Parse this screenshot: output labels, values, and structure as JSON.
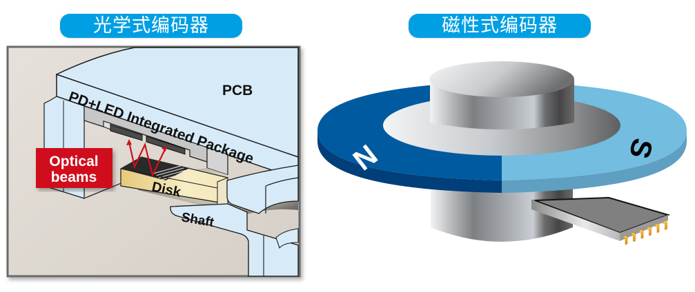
{
  "titles": {
    "optical": "光学式编码器",
    "magnetic": "磁性式编码器"
  },
  "optical_diagram": {
    "labels": {
      "pcb": "PCB",
      "package": "PD+LED Integrated Package",
      "optical_beams_line1": "Optical",
      "optical_beams_line2": "beams",
      "disk": "Disk",
      "shaft": "Shaft"
    }
  },
  "magnetic_diagram": {
    "labels": {
      "north": "N",
      "south": "S"
    },
    "sensor_pin_count": 6
  },
  "colors": {
    "title_pill": "#009fe3",
    "pcb_fill": "#d7eaf7",
    "background_gray": "#e3ddd6",
    "beam_red": "#d0101c",
    "disk_gold": "#f1dfa7",
    "magnet_north": "#005aa0",
    "magnet_south": "#72bde0",
    "pin_gold": "#f2a400"
  }
}
